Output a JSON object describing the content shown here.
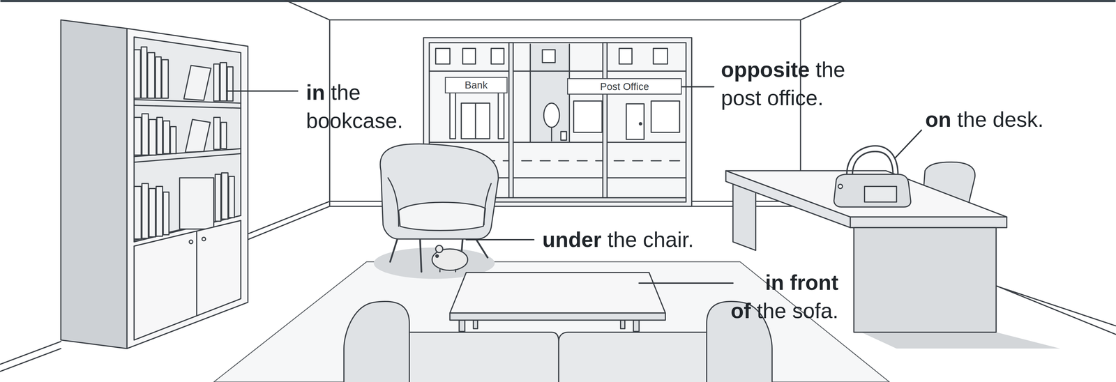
{
  "diagram": {
    "nodes": [
      {
        "text": [
          "Bank"
        ]
      },
      {
        "text": [
          "Post Office"
        ]
      }
    ],
    "labels": [
      "in",
      "the bookcase.",
      "opposite",
      "the post office.",
      "on",
      "the desk.",
      "under",
      "the chair.",
      "in front of",
      "the sofa."
    ]
  }
}
